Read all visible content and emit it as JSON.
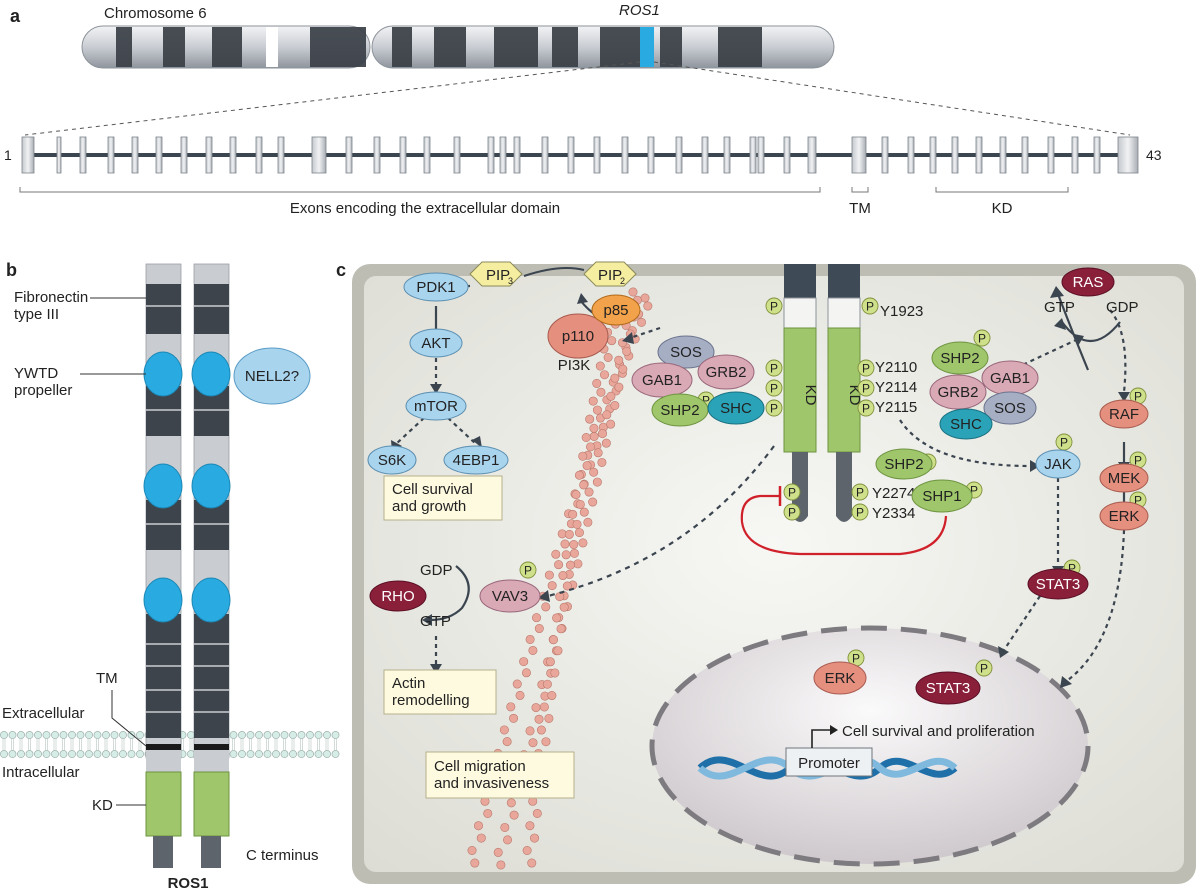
{
  "panels": {
    "a": "a",
    "b": "b",
    "c": "c"
  },
  "panel_a": {
    "chromosome_label": "Chromosome 6",
    "gene_label": "ROS1",
    "exon_start": "1",
    "exon_end": "43",
    "extracellular_label": "Exons encoding the extracellular domain",
    "tm_label": "TM",
    "kd_label": "KD"
  },
  "panel_b": {
    "fibronectin": "Fibronectin\ntype III",
    "ywtd": "YWTD\npropeller",
    "nell2": "NELL2?",
    "tm": "TM",
    "extracellular": "Extracellular",
    "intracellular": "Intracellular",
    "kd": "KD",
    "cterm": "C terminus",
    "ros1": "ROS1"
  },
  "panel_c": {
    "pip3": "PIP",
    "pip3_sub": "3",
    "pip2": "PIP",
    "pip2_sub": "2",
    "pdk1": "PDK1",
    "akt": "AKT",
    "mtor": "mTOR",
    "s6k": "S6K",
    "ebp1": "4EBP1",
    "cell_survival_growth": "Cell survival\nand growth",
    "p85": "p85",
    "p110": "p110",
    "pi3k": "PI3K",
    "sos": "SOS",
    "gab1": "GAB1",
    "grb2": "GRB2",
    "shp2": "SHP2",
    "shc": "SHC",
    "kd": "KD",
    "p": "P",
    "y1923": "Y1923",
    "y2110": "Y2110",
    "y2114": "Y2114",
    "y2115": "Y2115",
    "y2274": "Y2274",
    "y2334": "Y2334",
    "shp1": "SHP1",
    "ras": "RAS",
    "gtp": "GTP",
    "gdp": "GDP",
    "raf": "RAF",
    "mek": "MEK",
    "erk": "ERK",
    "jak": "JAK",
    "stat3": "STAT3",
    "rho": "RHO",
    "vav3": "VAV3",
    "actin": "Actin\nremodelling",
    "migration": "Cell migration\nand invasiveness",
    "promoter": "Promoter",
    "cell_survival_prolif": "Cell survival and proliferation"
  },
  "colors": {
    "blue_protein": "#a9d4ee",
    "green_protein": "#9fc66a",
    "pink_protein": "#d9a9b5",
    "red_protein": "#e58f7f",
    "maroon_protein": "#8a1f3a",
    "teal_protein": "#2aa3b8",
    "phospho": "#cfe08a",
    "note_box": "#fefae0",
    "cell_bg": "#e8e8e2",
    "ywtd_blue": "#29abe2"
  }
}
